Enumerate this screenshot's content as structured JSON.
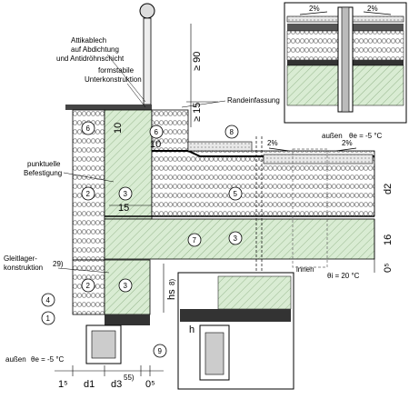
{
  "labels": {
    "attika_line1": "Attikablech",
    "attika_line2": "auf Abdichtung",
    "attika_line3": "und Antidröhnschicht",
    "formstabile_line1": "formstabile",
    "formstabile_line2": "Unterkonstruktion",
    "randeinfassung": "Randeinfassung",
    "punktuelle_line1": "punktuelle",
    "punktuelle_line2": "Befestigung",
    "gleitlager_line1": "Gleitlager-",
    "gleitlager_line2": "konstruktion",
    "gleitlager_sup": "29)",
    "aussen_top": "außen",
    "theta_e_top": "θe = -5 °C",
    "aussen_bottom": "außen",
    "theta_e_bottom": "θe = -5 °C",
    "innen": "innen",
    "theta_i": "θi = 20 °C"
  },
  "dimensions": {
    "ge90": "≥ 90",
    "ge15": "≥ 15",
    "d10_top": "10",
    "d10_mid": "10",
    "d15": "15",
    "d2": "d2",
    "d16": "16",
    "d05_right": "0⁵",
    "hs": "hs",
    "hs_sup": "8)",
    "h": "h",
    "b15": "1⁵",
    "d1": "d1",
    "d3": "d3",
    "d3_sup": "55)",
    "b05": "0⁵"
  },
  "slopes": {
    "slope_a": "2%",
    "slope_b": "2%",
    "slope_c": "2%",
    "slope_d": "2%"
  },
  "callouts": [
    "1",
    "2",
    "3",
    "4",
    "5",
    "6",
    "7",
    "8",
    "9"
  ]
}
